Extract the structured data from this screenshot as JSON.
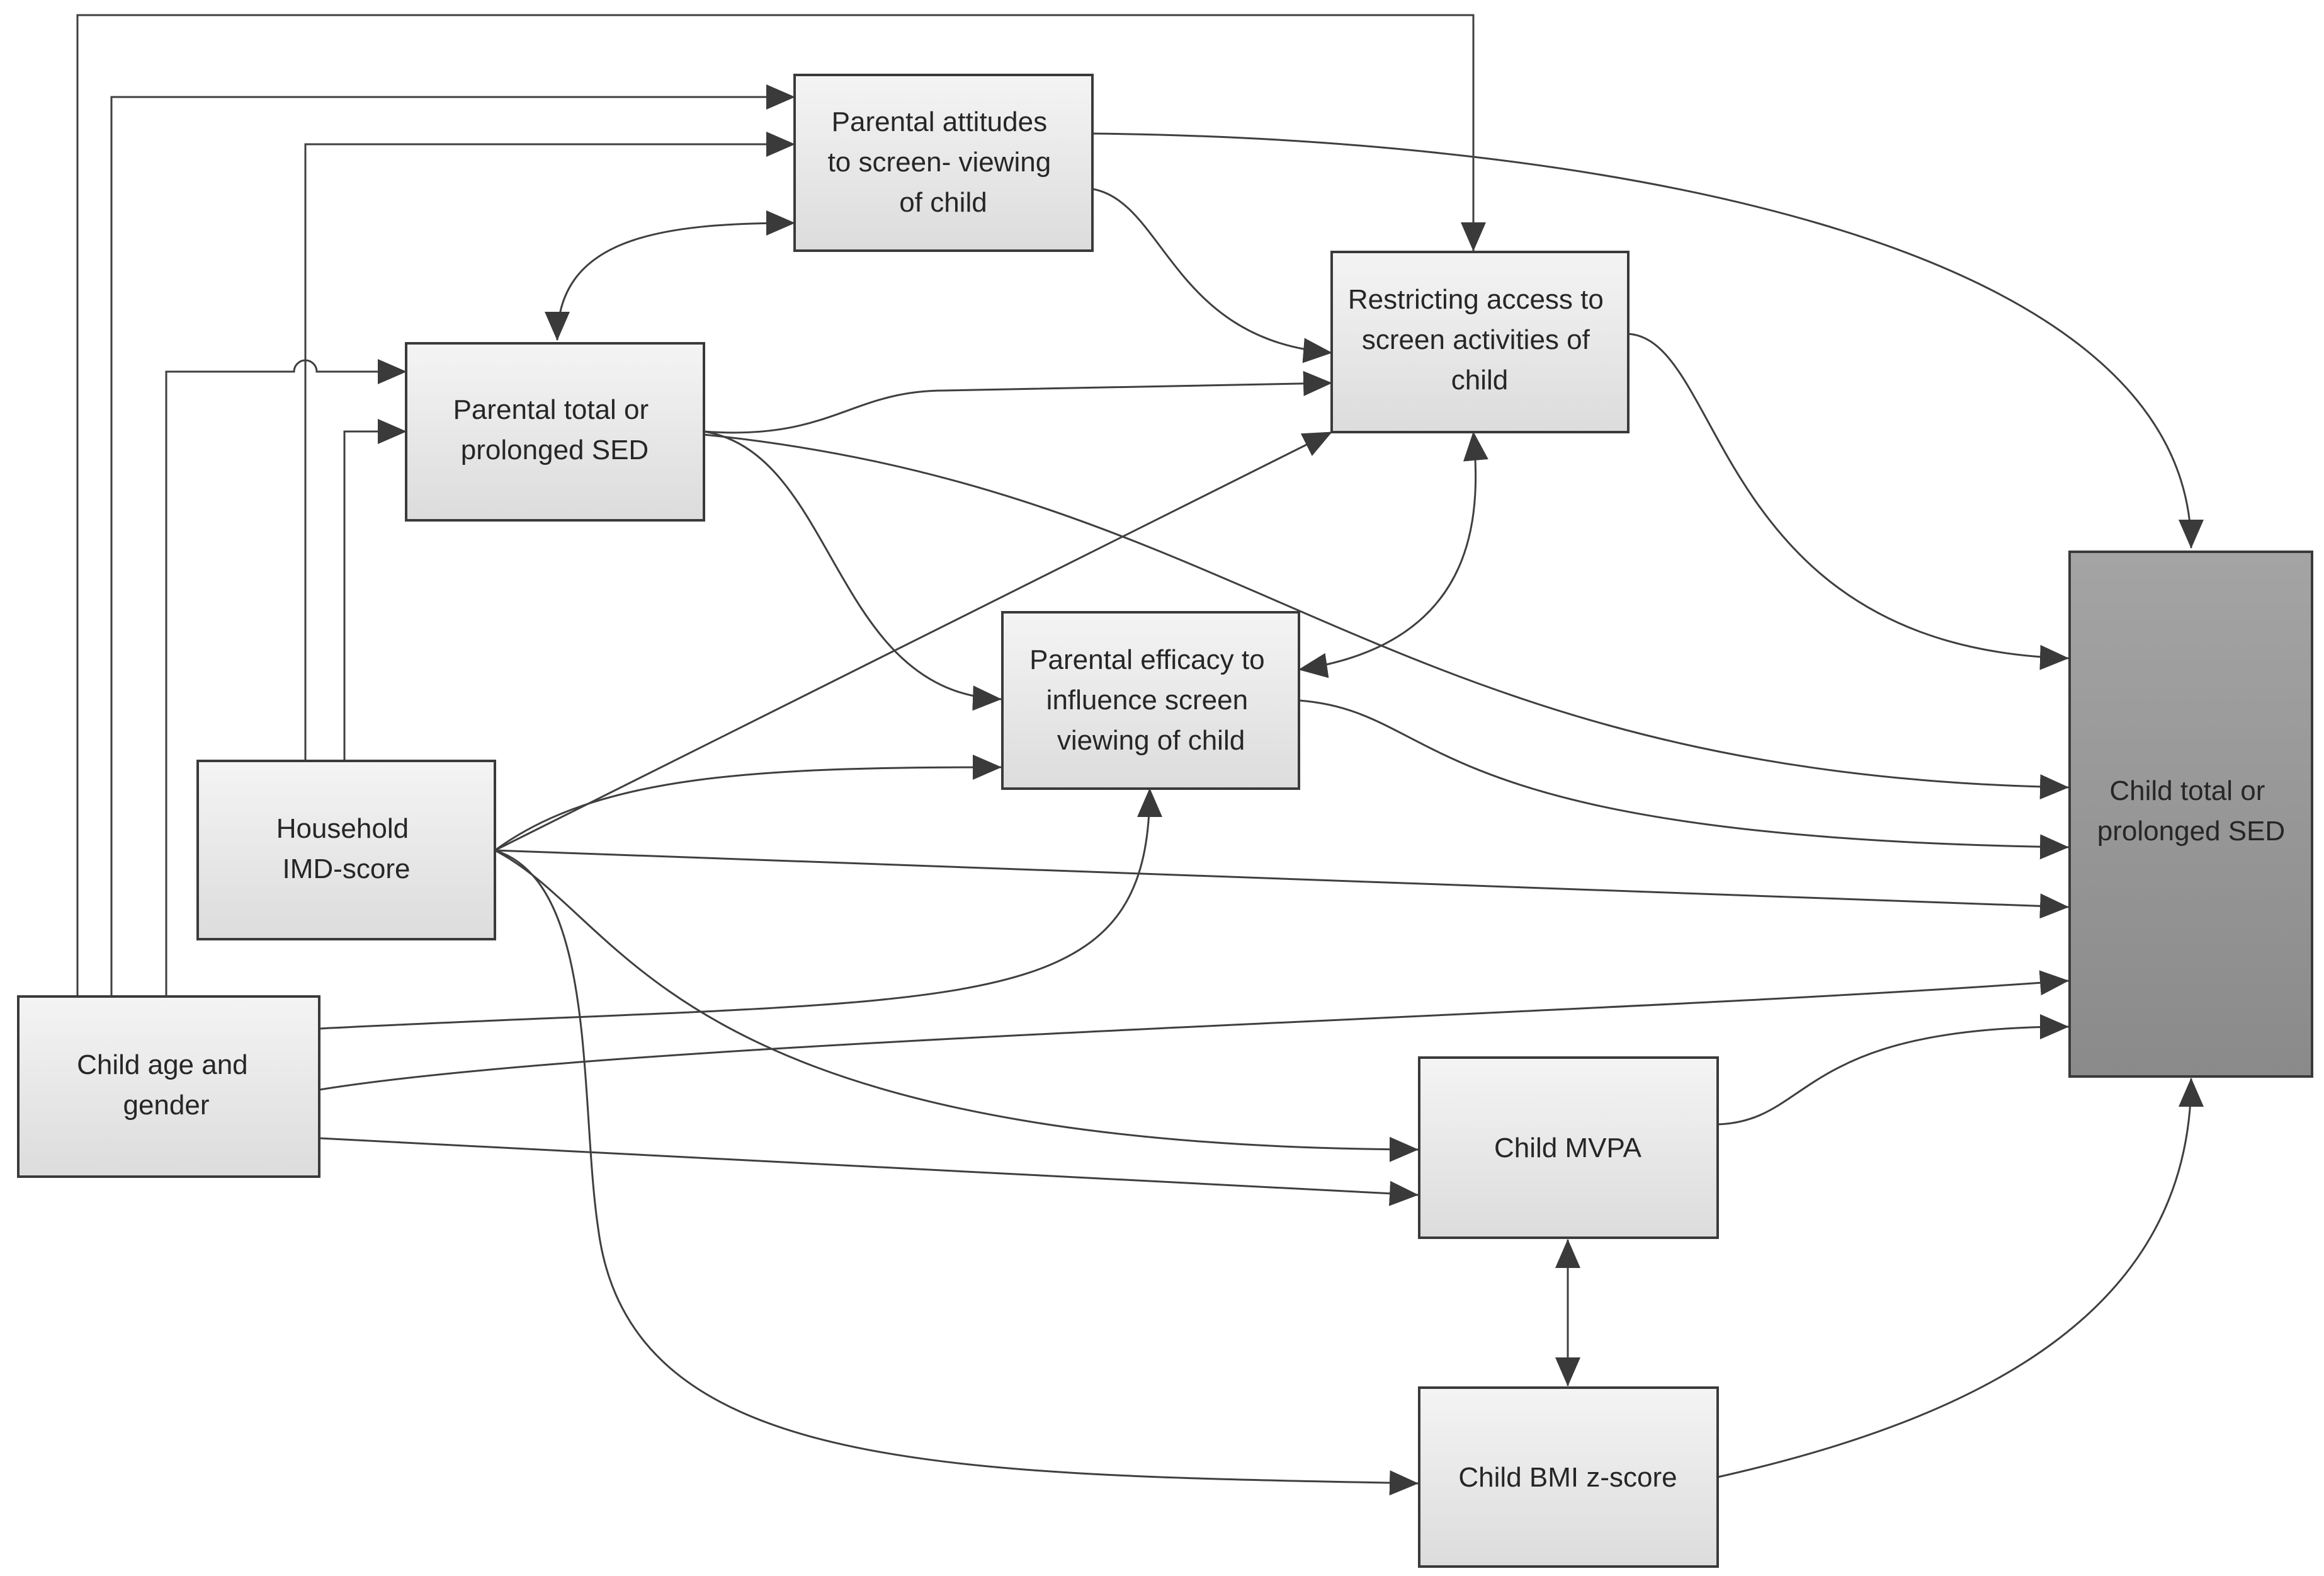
{
  "nodes": {
    "parental_attitudes": {
      "lines": [
        "Parental attitudes",
        "to screen- viewing",
        "of child"
      ]
    },
    "restricting_access": {
      "lines": [
        "Restricting access to",
        "screen activities of",
        "child"
      ]
    },
    "parental_sed": {
      "lines": [
        "Parental total or",
        "prolonged SED"
      ]
    },
    "parental_efficacy": {
      "lines": [
        "Parental efficacy to",
        "influence screen",
        "viewing of child"
      ]
    },
    "household_imd": {
      "lines": [
        "Household",
        "IMD-score"
      ]
    },
    "child_age_gender": {
      "lines": [
        "Child age and",
        "gender"
      ]
    },
    "child_mvpa": {
      "lines": [
        "Child MVPA"
      ]
    },
    "child_bmi": {
      "lines": [
        "Child BMI z-score"
      ]
    },
    "child_sed": {
      "lines": [
        "Child total or",
        "prolonged SED"
      ]
    }
  },
  "edges": [
    {
      "from": "child_age_gender",
      "to": "restricting_access"
    },
    {
      "from": "child_age_gender",
      "to": "parental_attitudes"
    },
    {
      "from": "child_age_gender",
      "to": "parental_sed"
    },
    {
      "from": "child_age_gender",
      "to": "parental_efficacy"
    },
    {
      "from": "child_age_gender",
      "to": "child_sed"
    },
    {
      "from": "child_age_gender",
      "to": "child_mvpa"
    },
    {
      "from": "household_imd",
      "to": "parental_attitudes"
    },
    {
      "from": "household_imd",
      "to": "parental_sed"
    },
    {
      "from": "household_imd",
      "to": "restricting_access"
    },
    {
      "from": "household_imd",
      "to": "parental_efficacy"
    },
    {
      "from": "household_imd",
      "to": "child_sed"
    },
    {
      "from": "household_imd",
      "to": "child_mvpa"
    },
    {
      "from": "household_imd",
      "to": "child_bmi"
    },
    {
      "from": "parental_attitudes",
      "to": "parental_sed",
      "bidirectional": true
    },
    {
      "from": "parental_attitudes",
      "to": "restricting_access"
    },
    {
      "from": "parental_attitudes",
      "to": "child_sed"
    },
    {
      "from": "parental_sed",
      "to": "restricting_access"
    },
    {
      "from": "parental_sed",
      "to": "parental_efficacy"
    },
    {
      "from": "parental_sed",
      "to": "child_sed"
    },
    {
      "from": "restricting_access",
      "to": "parental_efficacy",
      "bidirectional": true
    },
    {
      "from": "restricting_access",
      "to": "child_sed"
    },
    {
      "from": "parental_efficacy",
      "to": "child_sed"
    },
    {
      "from": "child_mvpa",
      "to": "child_bmi",
      "bidirectional": true
    },
    {
      "from": "child_mvpa",
      "to": "child_sed"
    },
    {
      "from": "child_bmi",
      "to": "child_sed"
    }
  ]
}
